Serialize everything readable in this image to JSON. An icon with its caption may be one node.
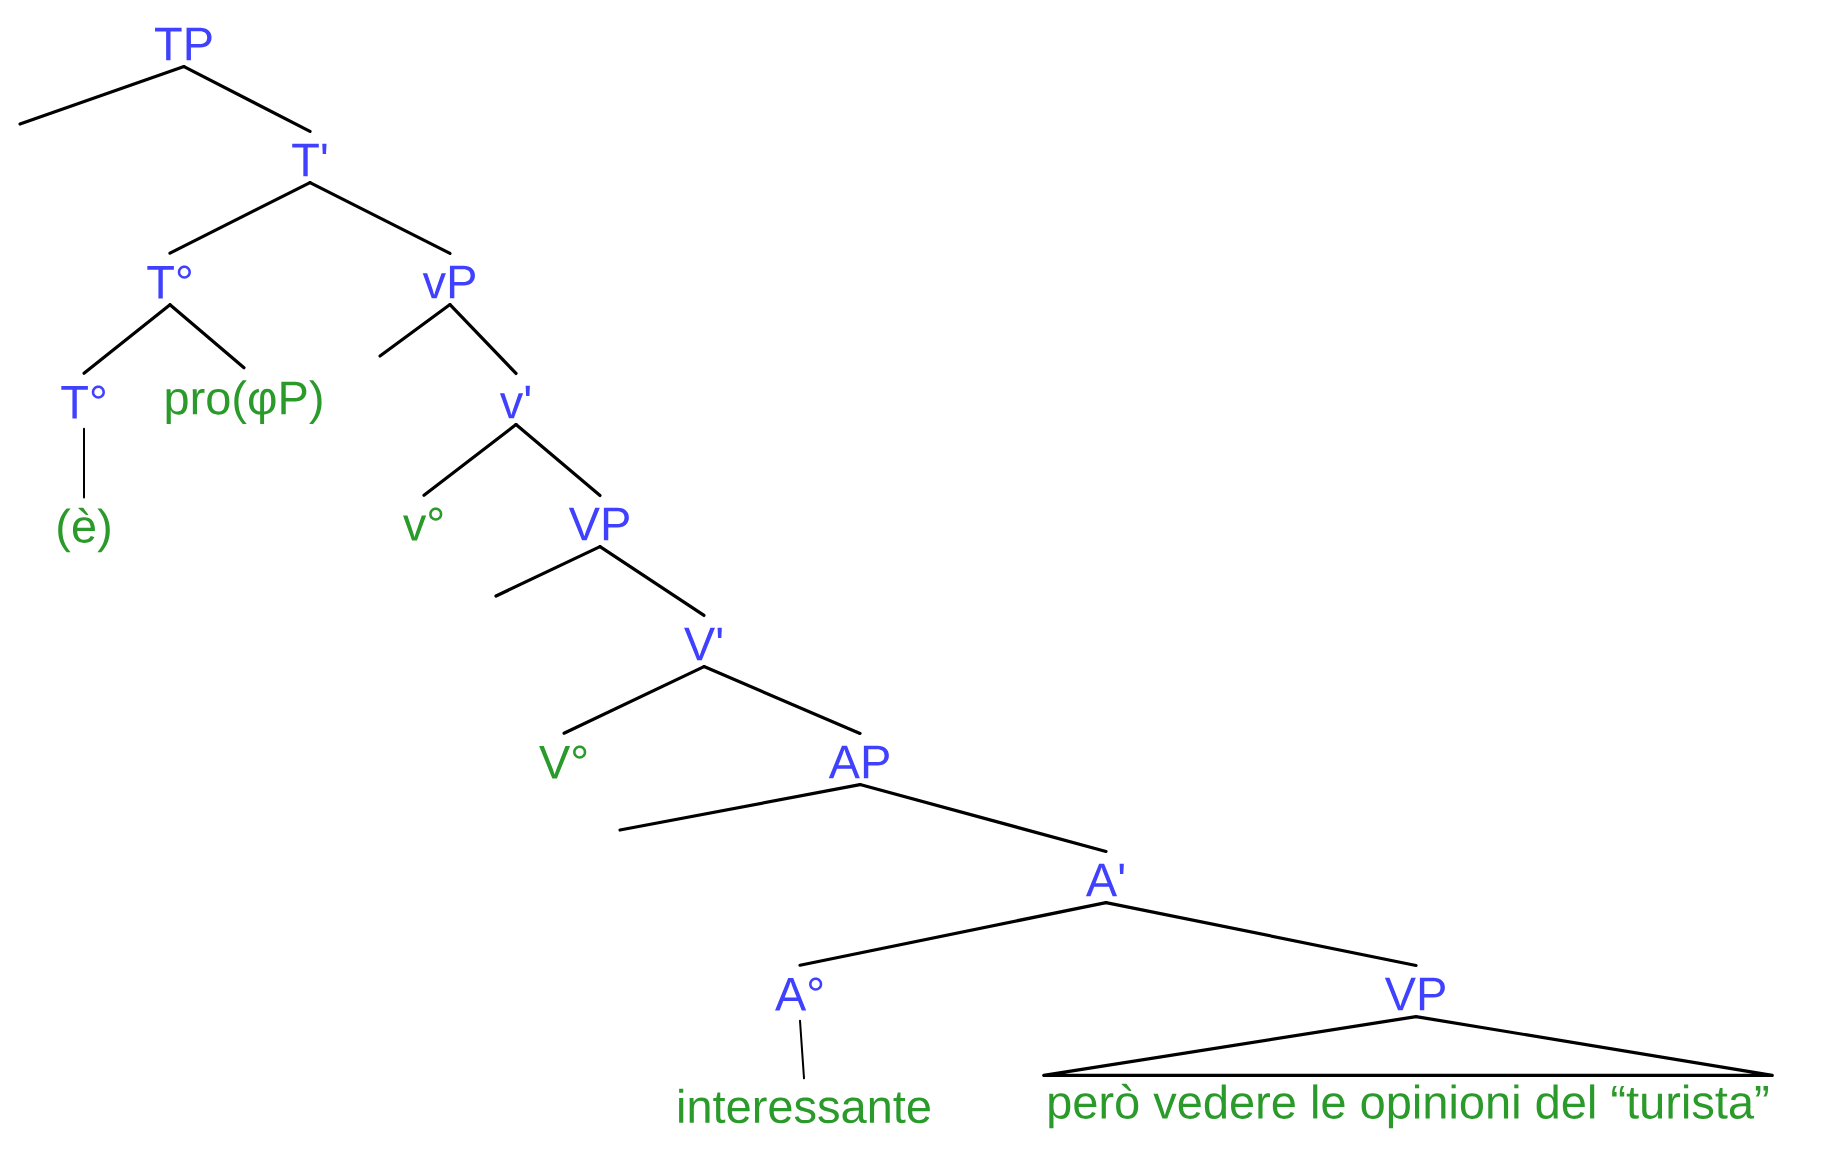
{
  "diagram": {
    "nodes": [
      {
        "text": [
          "TP"
        ]
      },
      {
        "text": [
          "T'"
        ]
      },
      {
        "text": [
          "T°"
        ]
      },
      {
        "text": [
          "vP"
        ]
      },
      {
        "text": [
          "T°"
        ]
      },
      {
        "text": [
          "pro(φP)"
        ]
      },
      {
        "text": [
          "v'"
        ]
      },
      {
        "text": [
          "(è)"
        ]
      },
      {
        "text": [
          "v°"
        ]
      },
      {
        "text": [
          "VP"
        ]
      },
      {
        "text": [
          "V'"
        ]
      },
      {
        "text": [
          "V°"
        ]
      },
      {
        "text": [
          "AP"
        ]
      },
      {
        "text": [
          "A'"
        ]
      },
      {
        "text": [
          "A°"
        ]
      },
      {
        "text": [
          "VP"
        ]
      },
      {
        "text": [
          "interessante"
        ]
      },
      {
        "text": [
          "però vedere le opinioni del “turista”"
        ]
      }
    ],
    "edges": [
      {
        "from": 0,
        "to": null,
        "arrow": "none"
      },
      {
        "from": 0,
        "to": 1,
        "arrow": "none"
      },
      {
        "from": 1,
        "to": 2,
        "arrow": "none"
      },
      {
        "from": 1,
        "to": 3,
        "arrow": "none"
      },
      {
        "from": 2,
        "to": 4,
        "arrow": "none"
      },
      {
        "from": 2,
        "to": 5,
        "arrow": "none"
      },
      {
        "from": 3,
        "to": null,
        "arrow": "none"
      },
      {
        "from": 3,
        "to": 6,
        "arrow": "none"
      },
      {
        "from": 4,
        "to": 7,
        "arrow": "none"
      },
      {
        "from": 6,
        "to": 8,
        "arrow": "none"
      },
      {
        "from": 6,
        "to": 9,
        "arrow": "none"
      },
      {
        "from": 9,
        "to": null,
        "arrow": "none"
      },
      {
        "from": 9,
        "to": 10,
        "arrow": "none"
      },
      {
        "from": 10,
        "to": 11,
        "arrow": "none"
      },
      {
        "from": 10,
        "to": 12,
        "arrow": "none"
      },
      {
        "from": 12,
        "to": null,
        "arrow": "none"
      },
      {
        "from": 12,
        "to": 13,
        "arrow": "none"
      },
      {
        "from": 13,
        "to": 14,
        "arrow": "none"
      },
      {
        "from": 13,
        "to": 15,
        "arrow": "none"
      },
      {
        "from": 14,
        "to": 16,
        "arrow": "none"
      },
      {
        "from": 15,
        "to": 17,
        "arrow": "none"
      }
    ]
  }
}
